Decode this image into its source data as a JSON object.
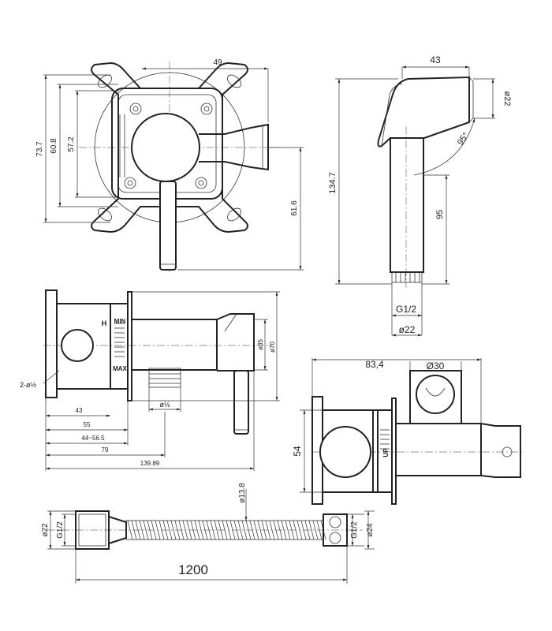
{
  "view_top": {
    "width": "49",
    "h1": "73.7",
    "h2": "60.8",
    "h3": "57.2",
    "h4": "61.6"
  },
  "view_spray": {
    "width": "43",
    "dia_top": "ø22",
    "angle": "95°",
    "height": "134.7",
    "len": "95",
    "thread": "G1/2",
    "dia_bottom": "ø22"
  },
  "view_side": {
    "hole_label": "2-ø½",
    "h_mark": "H",
    "min_mark": "MIN",
    "max_mark": "MAX",
    "d35": "ø35",
    "d70": "ø70",
    "outlet": "ø½",
    "d43": "43",
    "d55": "55",
    "d44_56": "44~56.5",
    "d79": "79",
    "d139": "139.89"
  },
  "view_holder": {
    "width": "83,4",
    "holder_dia": "Ø30",
    "height": "54",
    "up_mark": "UP"
  },
  "view_hose": {
    "left_dia": "ø22",
    "left_thread": "G1/2",
    "hose_dia": "ø13.8",
    "right_thread": "G1/2",
    "right_dia": "ø24",
    "length": "1200"
  }
}
